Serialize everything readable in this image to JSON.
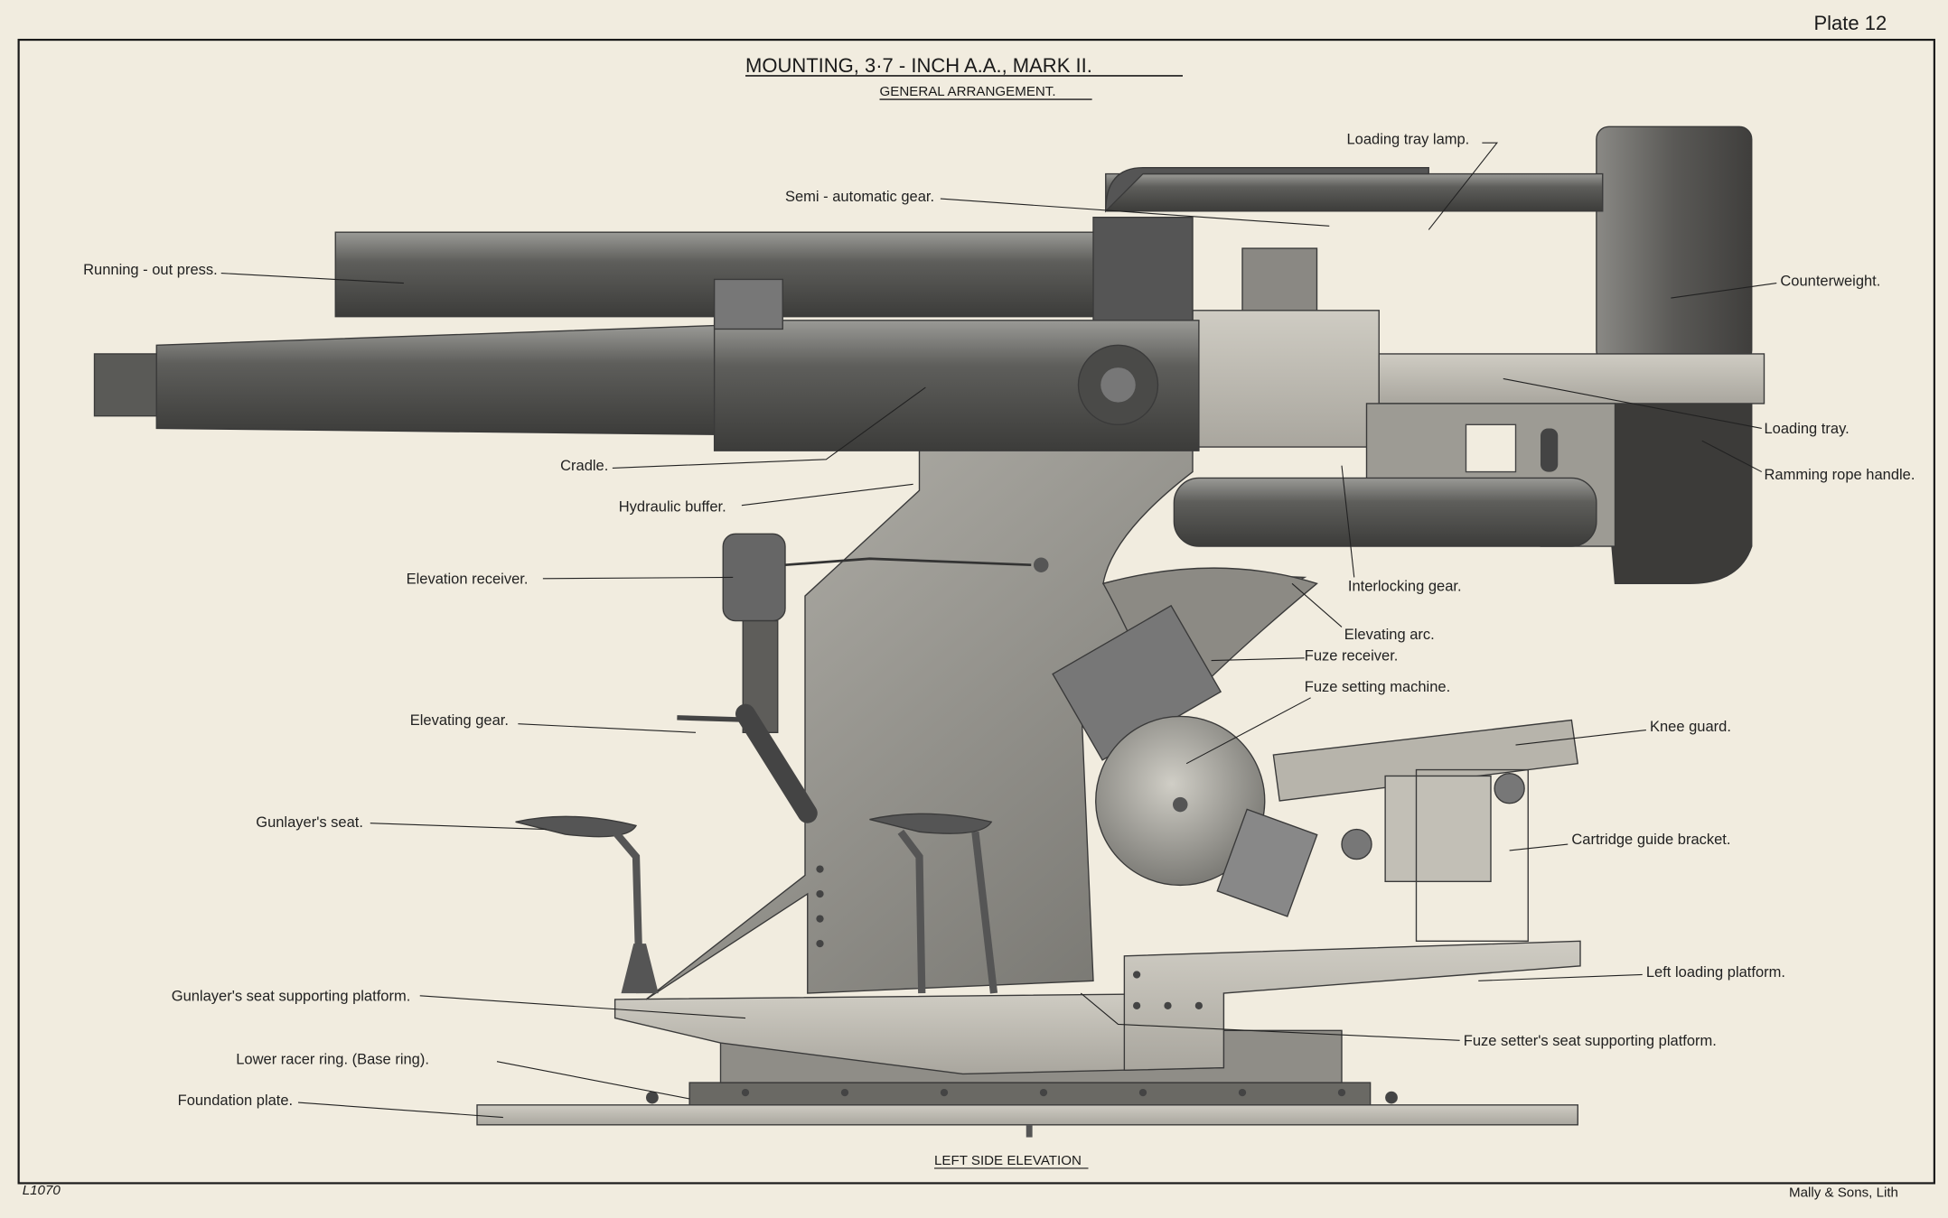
{
  "plate": "Plate 12",
  "title": "MOUNTING, 3·7 - INCH A.A., MARK II.",
  "subtitle": "GENERAL ARRANGEMENT.",
  "view_caption": "LEFT SIDE ELEVATION",
  "drawing_number": "L1070",
  "printer": "Mally & Sons, Lith",
  "labels": {
    "loading_tray_lamp": "Loading tray lamp.",
    "semi_automatic_gear": "Semi - automatic gear.",
    "running_out_press": "Running - out press.",
    "counterweight": "Counterweight.",
    "cradle": "Cradle.",
    "hydraulic_buffer": "Hydraulic buffer.",
    "elevation_receiver": "Elevation receiver.",
    "loading_tray": "Loading tray.",
    "ramming_rope_handle": "Ramming rope handle.",
    "interlocking_gear": "Interlocking gear.",
    "elevating_arc": "Elevating arc.",
    "fuze_receiver": "Fuze receiver.",
    "fuze_setting_machine": "Fuze setting machine.",
    "knee_guard": "Knee guard.",
    "cartridge_guide_bracket": "Cartridge guide bracket.",
    "elevating_gear": "Elevating gear.",
    "gunlayers_seat": "Gunlayer's seat.",
    "left_loading_platform": "Left loading platform.",
    "gunlayers_seat_platform": "Gunlayer's seat supporting platform.",
    "fuze_setters_seat_platform": "Fuze setter's seat supporting platform.",
    "lower_racer_ring": "Lower racer ring. (Base ring).",
    "foundation_plate": "Foundation plate."
  }
}
